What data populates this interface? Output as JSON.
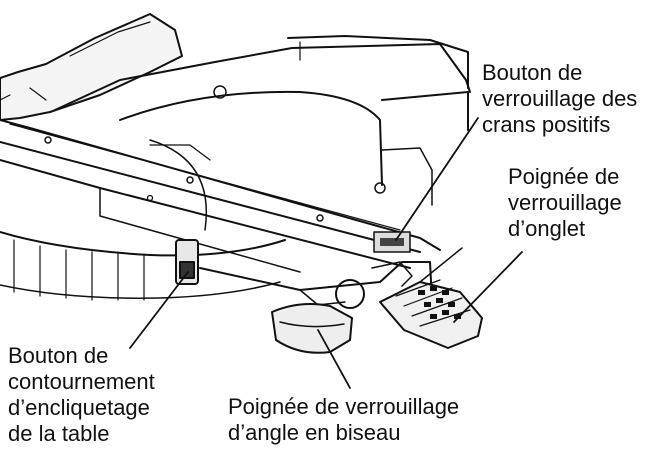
{
  "callouts": {
    "positive_stop_lock_button": "Bouton de\nverrouillage des\ncrans positifs",
    "miter_lock_handle": "Poignée de\nverrouillage\nd’onglet",
    "table_detent_bypass_button": "Bouton de\ncontournement\nd’encliquetage\nde la table",
    "bevel_lock_handle": "Poignée de verrouillage\nd’angle en biseau"
  },
  "colors": {
    "ink": "#111111",
    "background": "#ffffff"
  }
}
